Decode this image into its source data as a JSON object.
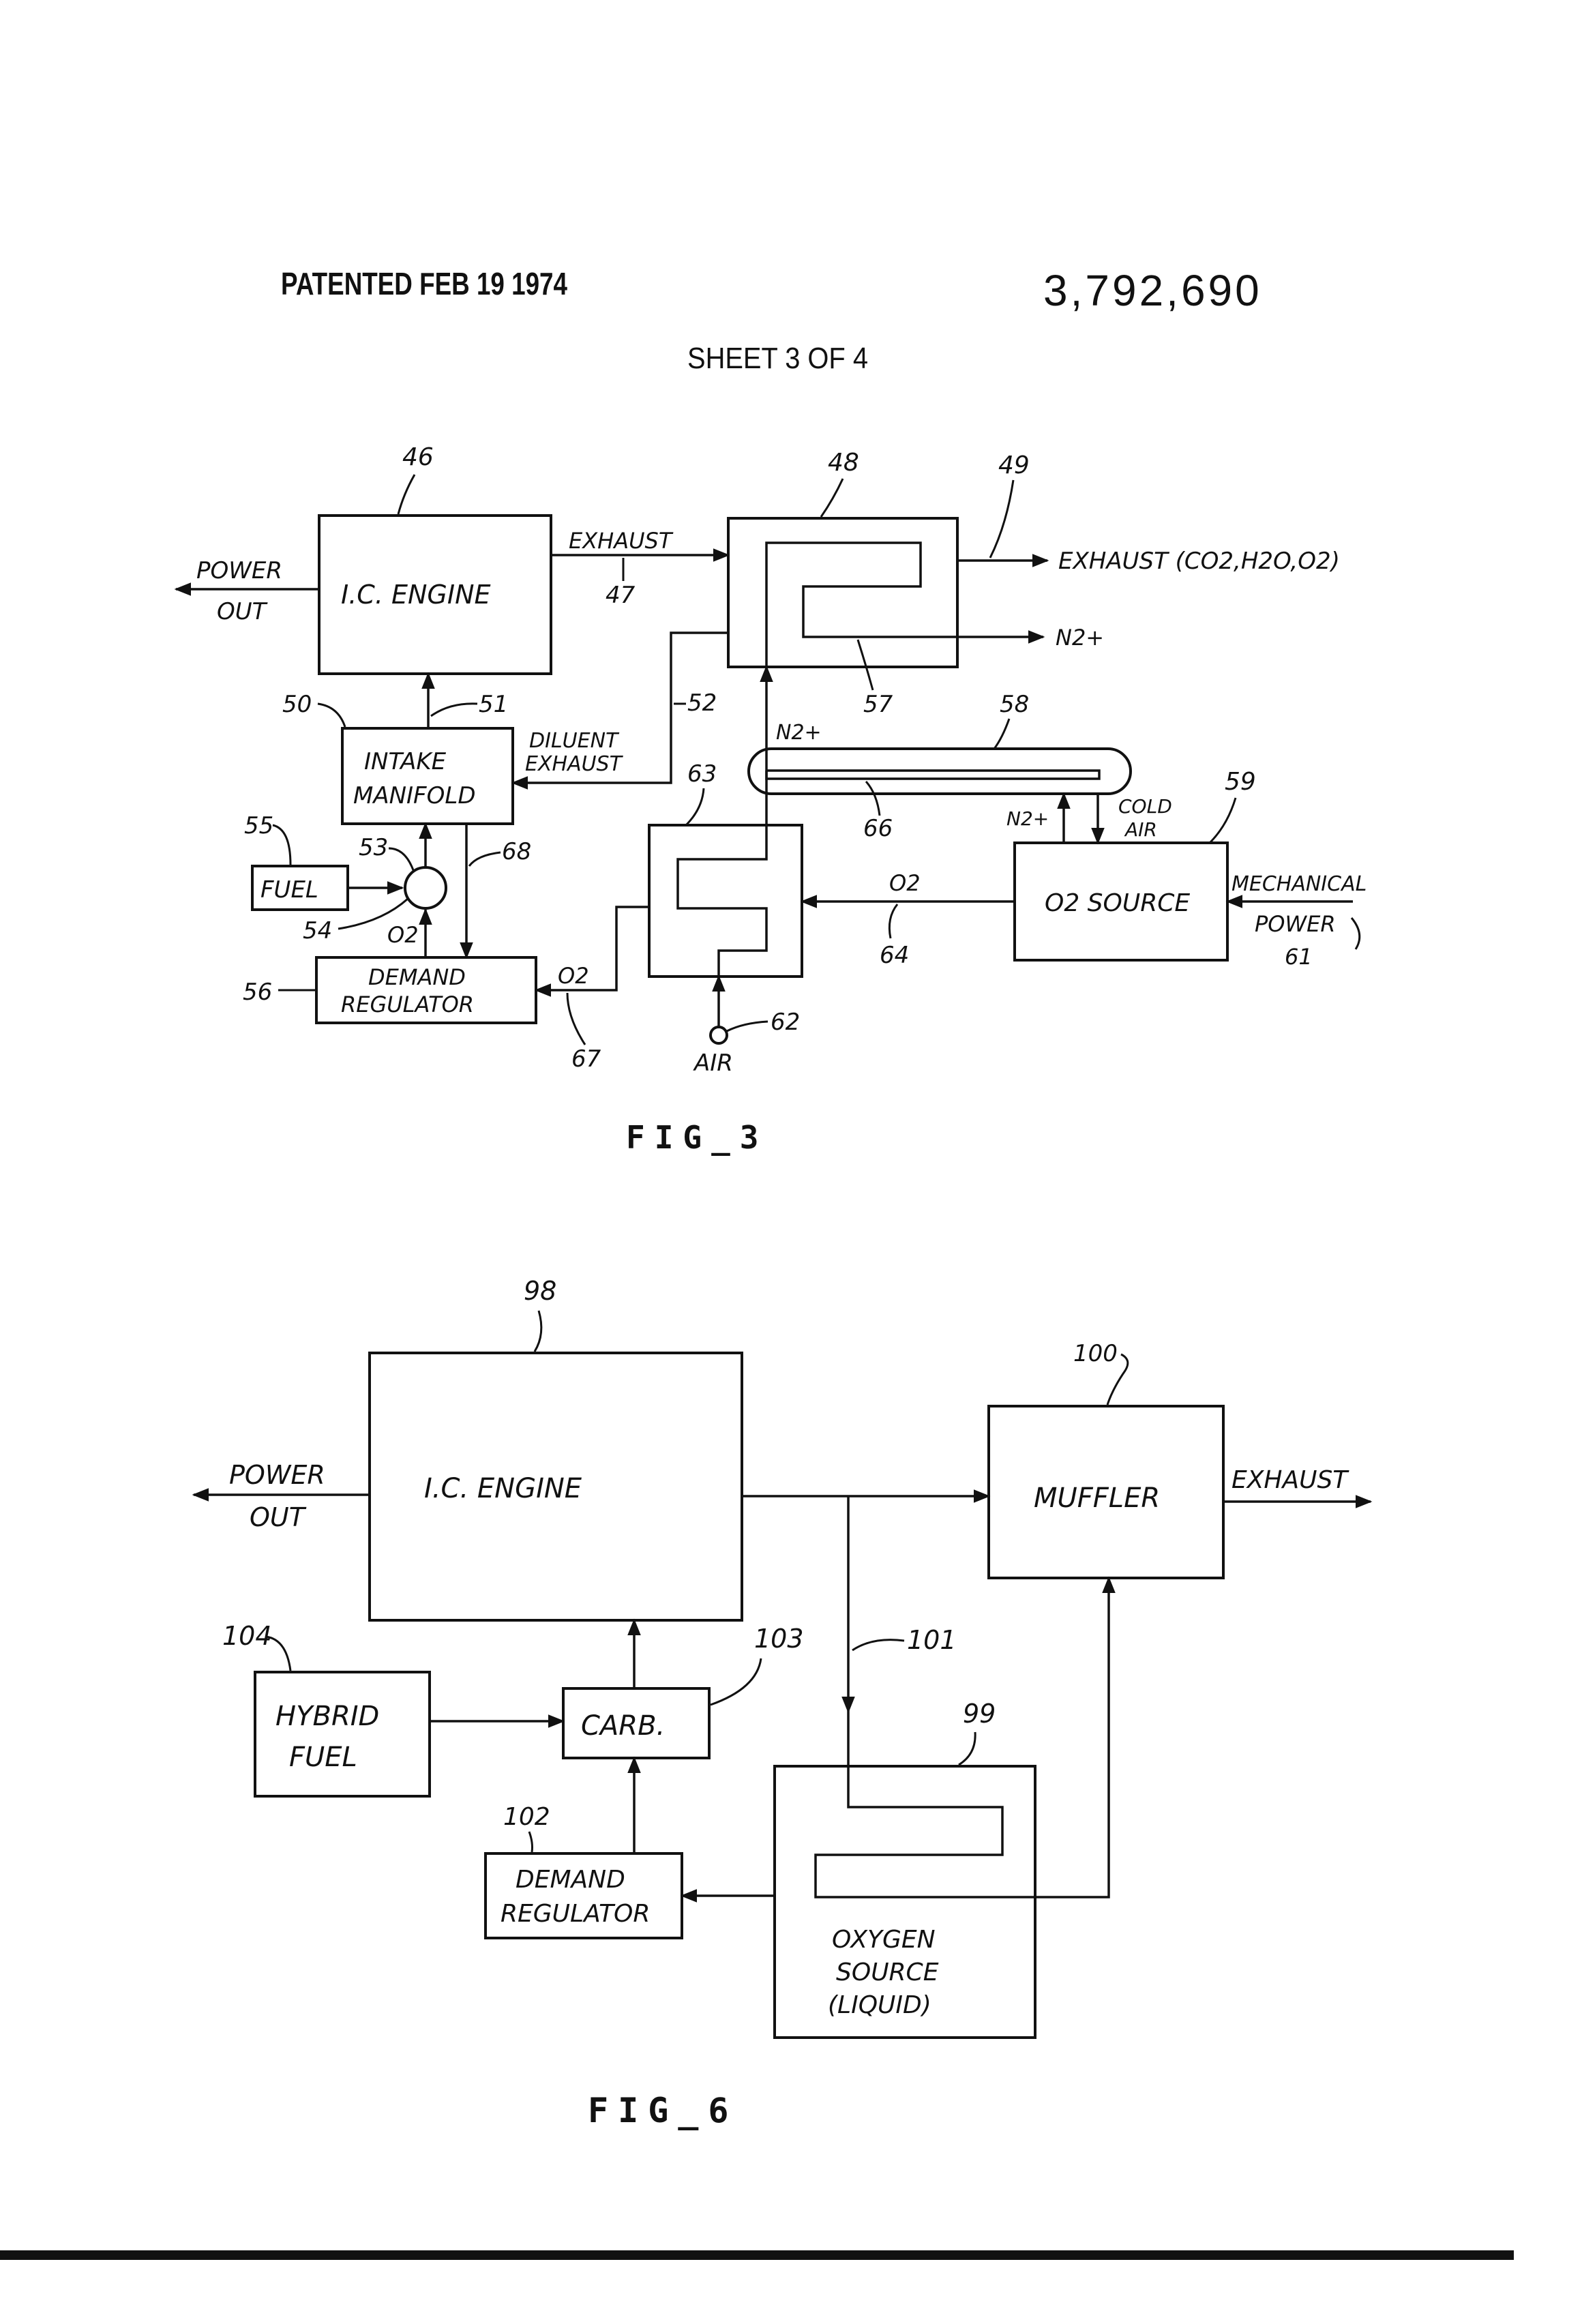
{
  "header": {
    "patented": "PATENTED FEB 19 1974",
    "patent_number": "3,792,690",
    "sheet": "SHEET 3 OF 4"
  },
  "fig3": {
    "caption": "FIG_3",
    "blocks": {
      "engine": "I.C. ENGINE",
      "intake_line1": "INTAKE",
      "intake_line2": "MANIFOLD",
      "fuel": "FUEL",
      "demand_line1": "DEMAND",
      "demand_line2": "REGULATOR",
      "o2_source": "O2 SOURCE"
    },
    "labels": {
      "power": "POWER",
      "out": "OUT",
      "exhaust": "EXHAUST",
      "exhaust_out": "EXHAUST (CO2,H2O,O2)",
      "n2_out": "N2+",
      "diluent": "DILUENT",
      "diluent_exhaust": "EXHAUST",
      "n2_a": "N2+",
      "n2_b": "N2+",
      "cold": "COLD",
      "air_cold": "AIR",
      "o2_64": "O2",
      "o2_67": "O2",
      "o2_54": "O2",
      "mechanical": "MECHANICAL",
      "power_in": "POWER",
      "air": "AIR"
    },
    "refs": [
      "46",
      "47",
      "48",
      "49",
      "50",
      "51",
      "52",
      "53",
      "54",
      "55",
      "56",
      "57",
      "58",
      "59",
      "61",
      "62",
      "63",
      "64",
      "66",
      "67",
      "68"
    ]
  },
  "fig6": {
    "caption": "FIG_6",
    "blocks": {
      "engine": "I.C. ENGINE",
      "muffler": "MUFFLER",
      "hybrid_line1": "HYBRID",
      "hybrid_line2": "FUEL",
      "carb": "CARB.",
      "demand_line1": "DEMAND",
      "demand_line2": "REGULATOR",
      "oxygen_line1": "OXYGEN",
      "oxygen_line2": "SOURCE",
      "oxygen_line3": "(LIQUID)"
    },
    "labels": {
      "power": "POWER",
      "out": "OUT",
      "exhaust": "EXHAUST"
    },
    "refs": [
      "98",
      "99",
      "100",
      "101",
      "102",
      "103",
      "104"
    ]
  }
}
